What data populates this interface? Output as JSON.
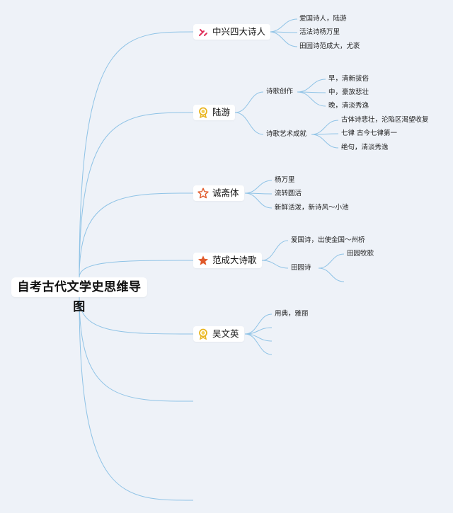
{
  "root": {
    "label": "自考古代文学史思维导图"
  },
  "topics": [
    {
      "label": "中兴四大诗人",
      "icon": "tools-icon",
      "children": [
        "爱国诗人，陆游",
        "活法诗杨万里",
        "田园诗范成大，尤袤"
      ]
    },
    {
      "label": "陆游",
      "icon": "ribbon-badge-icon",
      "children": [
        {
          "label": "诗歌创作",
          "children": [
            "早，清新拔俗",
            "中，豪放悲壮",
            "晚，清淡秀逸"
          ]
        },
        {
          "label": "诗歌艺术成就",
          "children": [
            "古体诗悲壮，沦陷区渴望收复",
            "七律 古今七律第一",
            "绝句，清淡秀逸"
          ]
        }
      ]
    },
    {
      "label": "诚斋体",
      "icon": "star-outline-icon",
      "children": [
        "杨万里",
        "流转圆活",
        "新鲜活泼，新诗风～小池"
      ]
    },
    {
      "label": "范成大诗歌",
      "icon": "star-filled-icon",
      "children": [
        {
          "label": "爱国诗，出使金国～州桥"
        },
        {
          "label": "田园诗",
          "children": [
            "田园牧歌"
          ]
        }
      ]
    },
    {
      "label": "吴文英",
      "icon": "ribbon-badge-icon",
      "children": [
        "用典，雅丽"
      ]
    }
  ],
  "colors": {
    "line": "#8fc3e6",
    "star_filled": "#e05a2b",
    "star_outline": "#e05a2b",
    "badge": "#e8b420",
    "tools": "#e0305a"
  }
}
